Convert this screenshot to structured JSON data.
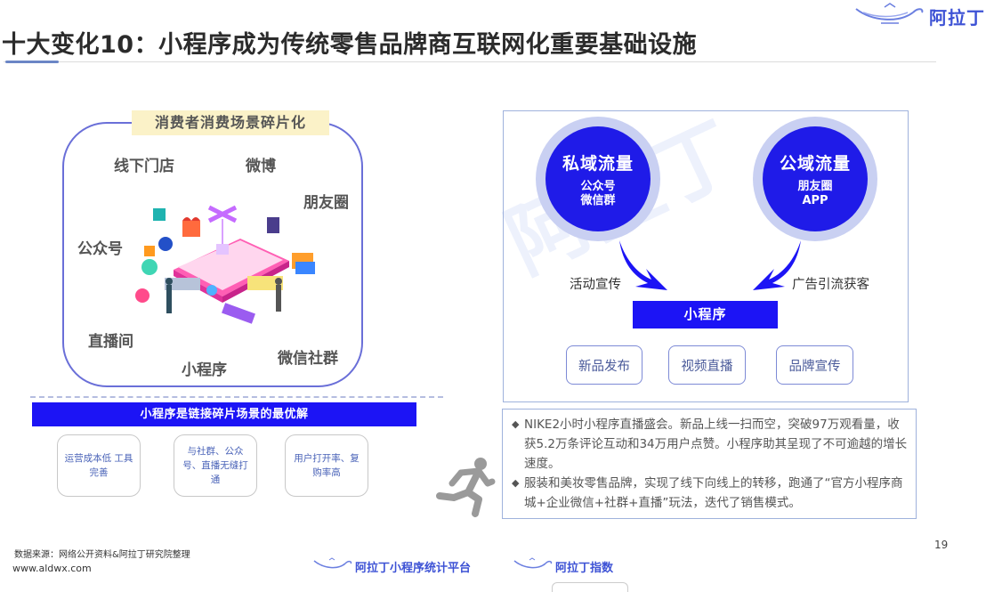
{
  "header": {
    "title": "十大变化10：小程序成为传统零售品牌商互联网化重要基础设施",
    "logo_text": "阿拉丁"
  },
  "left_panel": {
    "fragment_title": "消费者消费场景碎片化",
    "scenes": [
      "线下门店",
      "微博",
      "朋友圈",
      "公众号",
      "直播间",
      "小程序",
      "微信社群"
    ],
    "best_solution_bar": "小程序是链接碎片场景的最优解",
    "advantage_cards": [
      "运营成本低 工具完善",
      "与社群、公众号、直播无缝打通",
      "用户打开率、复购率高"
    ]
  },
  "right_panel": {
    "private_traffic": {
      "title": "私域流量",
      "line1": "公众号",
      "line2": "微信群"
    },
    "public_traffic": {
      "title": "公域流量",
      "line1": "朋友圈",
      "line2": "APP"
    },
    "left_arrow_label": "活动宣传",
    "right_arrow_label": "广告引流获客",
    "center_bar": "小程序",
    "function_cards": [
      "新品发布",
      "视频直播",
      "品牌宣传"
    ],
    "notes": [
      "NIKE2小时小程序直播盛会。新品上线一扫而空，突破97万观看量，收获5.2万条评论互动和34万用户点赞。小程序助其呈现了不可逾越的增长速度。",
      "服装和美妆零售品牌，实现了线下向线上的转移，跑通了“官方小程序商城+企业微信+社群+直播”玩法，迭代了销售模式。"
    ]
  },
  "footer": {
    "source": "数据来源：网络公开资料&阿拉丁研究院整理",
    "website": "www.aldwx.com",
    "platform_logo_text": "阿拉丁小程序统计平台",
    "brand_logo_text": "阿拉丁指数",
    "page_number": "19"
  },
  "watermark": "阿拉丁",
  "colors": {
    "accent_blue": "#1c14f5",
    "circle_blue": "#1f1be8",
    "circle_halo": "#c9d0f2",
    "logo_blue": "#3d52d5",
    "frame_border": "#9fb2dc",
    "fragment_title_bg": "#fbf2c8"
  }
}
